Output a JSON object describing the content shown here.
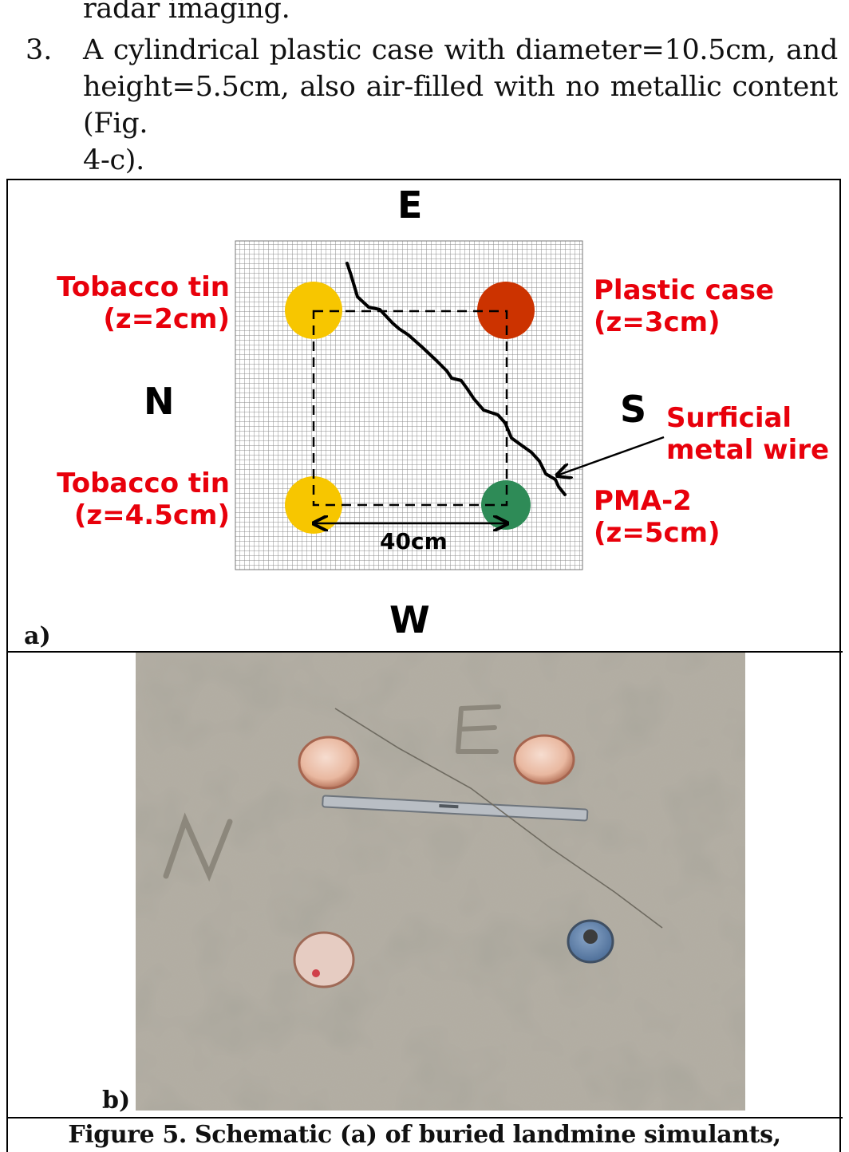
{
  "text": {
    "line_top": "radar imaging.",
    "item3_number": "3.",
    "item3_line1": "A cylindrical plastic case with diameter=10.5cm, and",
    "item3_line2": "height=5.5cm, also air-filled with no metallic content (Fig.",
    "item3_line3": "4-c)."
  },
  "schematic": {
    "dir_e": "E",
    "dir_w": "W",
    "dir_n": "N",
    "dir_s": "S",
    "tl_name": "Tobacco tin",
    "tl_depth": "(z=2cm)",
    "tr_name": "Plastic case",
    "tr_depth": "(z=3cm)",
    "bl_name": "Tobacco tin",
    "bl_depth": "(z=4.5cm)",
    "br_name": "PMA-2",
    "br_depth": "(z=5cm)",
    "wire_line1": "Surficial",
    "wire_line2": "metal wire",
    "spacing": "40cm",
    "label": "a)",
    "colors": {
      "tobacco_tin": "#f7c600",
      "plastic_case": "#cc3300",
      "pma2": "#2e8b57",
      "label_red": "#e8000b"
    }
  },
  "photo": {
    "label": "b)"
  },
  "caption": "Figure 5.  Schematic (a) of buried landmine simulants,"
}
